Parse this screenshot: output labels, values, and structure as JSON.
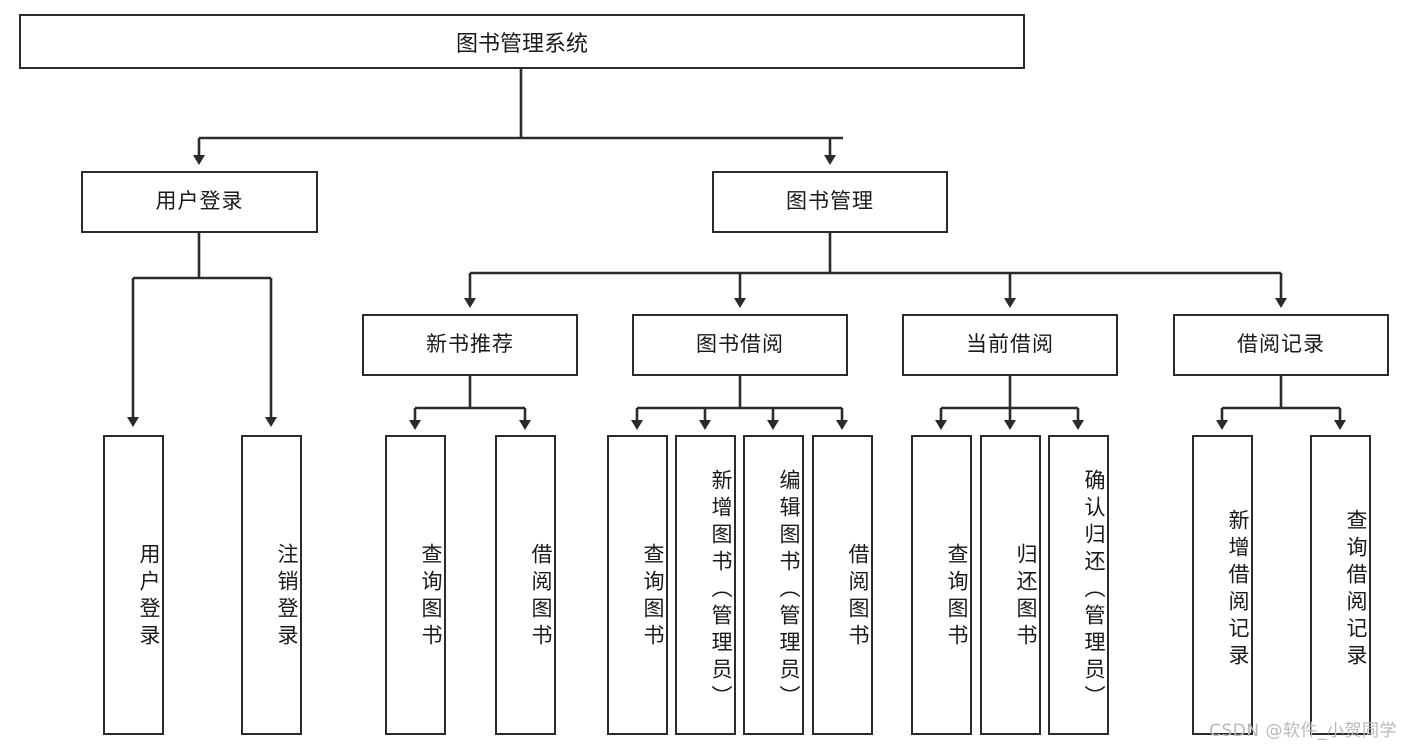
{
  "diagram": {
    "title": "图书管理系统",
    "type": "tree-hierarchy-diagram",
    "root": {
      "id": "root",
      "label": "图书管理系统"
    },
    "level2": [
      {
        "id": "user-login",
        "label": "用户登录"
      },
      {
        "id": "book-management",
        "label": "图书管理"
      }
    ],
    "level3": [
      {
        "id": "new-book-recommend",
        "label": "新书推荐",
        "parent": "book-management"
      },
      {
        "id": "book-borrow",
        "label": "图书借阅",
        "parent": "book-management"
      },
      {
        "id": "current-borrow",
        "label": "当前借阅",
        "parent": "book-management"
      },
      {
        "id": "borrow-record",
        "label": "借阅记录",
        "parent": "book-management"
      }
    ],
    "leaves": [
      {
        "id": "leaf-user-login",
        "label": "用户登录",
        "parent": "user-login"
      },
      {
        "id": "leaf-logout-login",
        "label": "注销登录",
        "parent": "user-login"
      },
      {
        "id": "leaf-query-book-1",
        "label": "查询图书",
        "parent": "new-book-recommend"
      },
      {
        "id": "leaf-borrow-book-1",
        "label": "借阅图书",
        "parent": "new-book-recommend"
      },
      {
        "id": "leaf-query-book-2",
        "label": "查询图书",
        "parent": "book-borrow"
      },
      {
        "id": "leaf-add-book",
        "label": "新增图书（管理员）",
        "parent": "book-borrow"
      },
      {
        "id": "leaf-edit-book",
        "label": "编辑图书（管理员）",
        "parent": "book-borrow"
      },
      {
        "id": "leaf-borrow-book-2",
        "label": "借阅图书",
        "parent": "book-borrow"
      },
      {
        "id": "leaf-query-book-3",
        "label": "查询图书",
        "parent": "current-borrow"
      },
      {
        "id": "leaf-return-book",
        "label": "归还图书",
        "parent": "current-borrow"
      },
      {
        "id": "leaf-confirm-return",
        "label": "确认归还（管理员）",
        "parent": "current-borrow"
      },
      {
        "id": "leaf-add-borrow-record",
        "label": "新增借阅记录",
        "parent": "borrow-record"
      },
      {
        "id": "leaf-query-borrow-record",
        "label": "查询借阅记录",
        "parent": "borrow-record"
      }
    ],
    "colors": {
      "stroke": "#2b2b2b",
      "background": "#ffffff",
      "text": "#1a1a1a",
      "watermark": "#b9b9b9"
    }
  },
  "watermark": {
    "text": "CSDN @软件_小贺同学"
  }
}
